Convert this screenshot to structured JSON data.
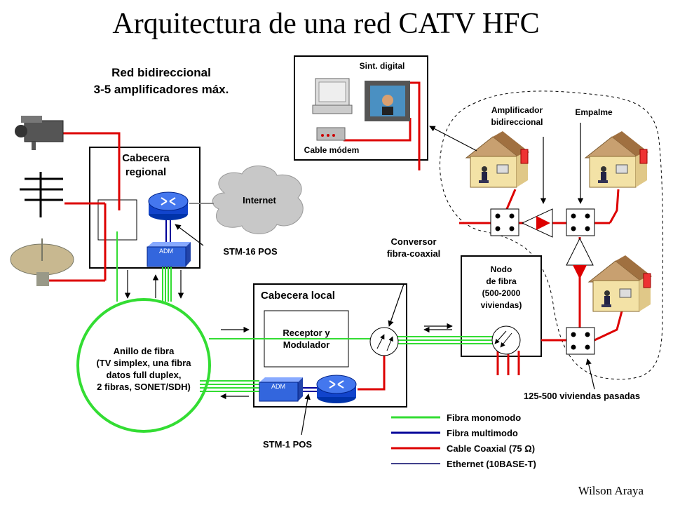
{
  "title": "Arquitectura de una red CATV HFC",
  "subtitle": {
    "line1": "Red bidireccional",
    "line2": "3-5 amplificadores máx."
  },
  "labels": {
    "cabecera_regional_1": "Cabecera",
    "cabecera_regional_2": "regional",
    "internet": "Internet",
    "stm16": "STM-16 POS",
    "stm1": "STM-1 POS",
    "adm": "ADM",
    "cabecera_local": "Cabecera local",
    "receptor_1": "Receptor y",
    "receptor_2": "Modulador",
    "conversor_1": "Conversor",
    "conversor_2": "fibra-coaxial",
    "nodo_1": "Nodo",
    "nodo_2": "de fibra",
    "nodo_3": "(500-2000",
    "nodo_4": "viviendas)",
    "anillo_1": "Anillo de fibra",
    "anillo_2": "(TV simplex, una fibra",
    "anillo_3": "datos full duplex,",
    "anillo_4": "2 fibras, SONET/SDH)",
    "sint_digital": "Sint. digital",
    "cable_modem": "Cable módem",
    "amplificador_1": "Amplificador",
    "amplificador_2": "bidireccional",
    "empalme": "Empalme",
    "viviendas_pasadas": "125-500 viviendas pasadas"
  },
  "legend": [
    {
      "label": "Fibra monomodo",
      "color": "#33dd33"
    },
    {
      "label": "Fibra multimodo",
      "color": "#000099"
    },
    {
      "label": "Cable Coaxial (75 Ω)",
      "color": "#dd0000"
    },
    {
      "label": "Ethernet (10BASE-T)",
      "color": "#000066"
    }
  ],
  "footer": "Wilson Araya",
  "colors": {
    "fiber": "#33dd33",
    "multimode": "#000099",
    "coax": "#dd0000",
    "ethernet": "#000066"
  }
}
